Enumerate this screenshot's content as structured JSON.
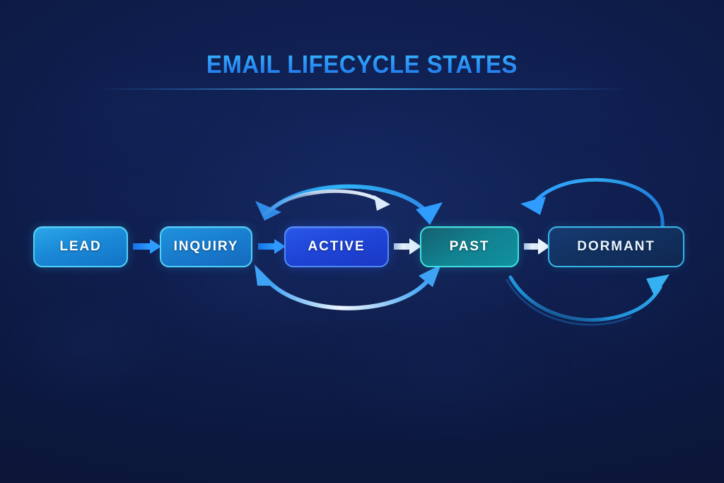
{
  "page": {
    "title": "EMAIL LIFECYCLE STATES",
    "background_color": "#0d1a44",
    "accent_color": "#2a8df5",
    "divider_color": "#4fd2f7"
  },
  "diagram": {
    "type": "state-flow",
    "states": [
      {
        "id": "lead",
        "label": "LEAD",
        "fill": "#1b8ad8",
        "border": "#4fd2f7"
      },
      {
        "id": "inquiry",
        "label": "INQUIRY",
        "fill": "#1a7fd0",
        "border": "#4fd2f7"
      },
      {
        "id": "active",
        "label": "ACTIVE",
        "fill": "#1f46d8",
        "border": "#4f8cf7"
      },
      {
        "id": "past",
        "label": "PAST",
        "fill": "#128190",
        "border": "#3fe0e0"
      },
      {
        "id": "dormant",
        "label": "DORMANT",
        "fill": "#123160",
        "border": "#35b8e8"
      }
    ],
    "transitions": [
      {
        "from": "lead",
        "to": "inquiry",
        "style": "straight",
        "color": "#1f8fff",
        "direction": "forward"
      },
      {
        "from": "inquiry",
        "to": "active",
        "style": "straight",
        "color": "#1f8fff",
        "direction": "forward"
      },
      {
        "from": "active",
        "to": "past",
        "style": "straight",
        "color": "#dfe9f7",
        "direction": "forward"
      },
      {
        "from": "past",
        "to": "dormant",
        "style": "straight",
        "color": "#dfe9f7",
        "direction": "forward"
      },
      {
        "from": "inquiry",
        "to": "past",
        "style": "arc-top",
        "color": "#2a9cf0",
        "direction": "bidirectional"
      },
      {
        "from": "inquiry",
        "to": "active",
        "style": "arc-top-inner",
        "color": "#cfe3f7",
        "direction": "forward"
      },
      {
        "from": "inquiry",
        "to": "past",
        "style": "arc-bottom",
        "color": "#3aa8f5",
        "direction": "bidirectional"
      },
      {
        "from": "dormant",
        "to": "past",
        "style": "loop-top",
        "color": "#2a9cf0",
        "direction": "forward"
      },
      {
        "from": "past",
        "to": "dormant",
        "style": "loop-bottom",
        "color": "#2ab6e8",
        "direction": "forward"
      }
    ]
  }
}
